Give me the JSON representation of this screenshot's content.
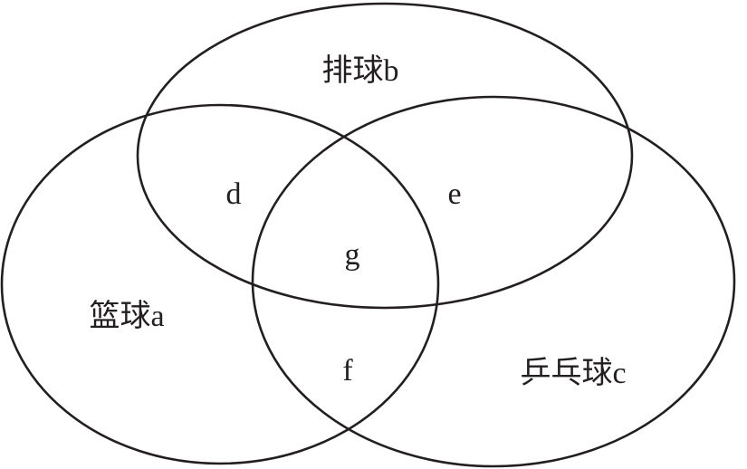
{
  "sets": {
    "a": {
      "label": "篮球a"
    },
    "b": {
      "label": "排球b"
    },
    "c": {
      "label": "乒乓球c"
    }
  },
  "regions": {
    "ab": "d",
    "bc": "e",
    "ac": "f",
    "abc": "g"
  },
  "colors": {
    "stroke": "#231f20",
    "text": "#231f20",
    "background": "#ffffff"
  }
}
